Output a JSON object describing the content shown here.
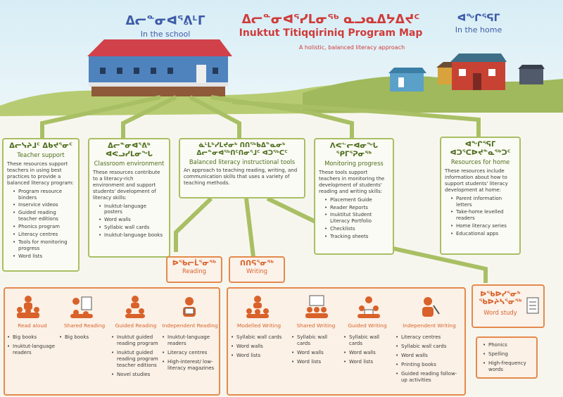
{
  "header": {
    "school_syllabics": "ᐃᓕᓐᓂᐊᕐᕕᒻᒥ",
    "school_english": "In the school",
    "title_syllabics": "ᐃᓕᓐᓂᐊᕐᓯᒪᓂᖅ ᓇᓗᓇᐃᔭᐃᔪᑦ",
    "title_english": "Inuktut Titiqqiriniq Program Map",
    "tagline": "A holistic, balanced literacy approach",
    "home_syllabics": "ᐊᖏᕐᕋᒥ",
    "home_english": "In the home"
  },
  "boxes": {
    "teacher": {
      "title_syllabics": "ᐃᓕᓭᔨᒧᑦ ᐃᑲᔪᕐᓂᑦ",
      "title_english": "Teacher support",
      "desc": "These resources support teachers in using best practices to provide a balanced literacy program:",
      "items": [
        "Program resource binders",
        "Inservice videos",
        "Guided reading teacher editions",
        "Phonics program",
        "Literacy centres",
        "Tools for monitoring progress",
        "Word lists"
      ]
    },
    "classroom": {
      "title_syllabics": "ᐃᓕᓐᓂᐊᕐᕕᒃ ᐊᕙᓗᓯᒪᓂᖓ",
      "title_english": "Classroom environment",
      "desc": "These resources contribute to a literacy-rich environment and support students' development of literacy skills:",
      "items": [
        "Inuktut-language posters",
        "Word walls",
        "Syllabic wall cards",
        "Inuktut-language books"
      ]
    },
    "balanced": {
      "title_syllabics": "ᓈᒻᒪᒃᓯᒪᔪᓂᒃ ᑎᑎᖅᑲᐃᓐᓇᓂᒃ ᐃᓕᓐᓂᐊᖅᑎᑦᑎᓂᕐᒧᑦ ᐊᑐᖅᑕᑦ",
      "title_english": "Balanced literacy instructional tools",
      "desc": "An approach to teaching reading, writing, and communication skills that uses a variety of teaching methods."
    },
    "monitoring": {
      "title_syllabics": "ᐱᕙᓪᓕᐊᓂᖓ ᕿᒥᕐᕈᓂᖅ",
      "title_english": "Monitoring progress",
      "desc": "These tools support teachers in monitoring the development of students' reading and writing skills:",
      "items": [
        "Placement Guide",
        "Reader Reports",
        "Inuktitut Student Literacy Portfolio",
        "Checklists",
        "Tracking sheets"
      ]
    },
    "home": {
      "title_syllabics": "ᐊᖏᕐᕋᒥ ᐊᑐᕐᑕᐅᔪᓐᓇᖅᑐᑦ",
      "title_english": "Resources for home",
      "desc": "These resources include information about how to support students' literacy development at home:",
      "items": [
        "Parent information letters",
        "Take-home levelled readers",
        "Home literacy series",
        "Educational apps"
      ]
    }
  },
  "labels": {
    "reading": {
      "syllabics": "ᐅᖃᓕᒫᕐᓂᖅ",
      "english": "Reading"
    },
    "writing": {
      "syllabics": "ᑎᑎᕋᕐᓂᖅ",
      "english": "Writing"
    },
    "wordstudy": {
      "syllabics": "ᐅᖃᐅᓯᕐᓂᒃ ᖃᐅᔨᓴᕐᓂᖅ",
      "english": "Word study"
    }
  },
  "reading_columns": [
    {
      "name": "Read aloud",
      "items": [
        "Big books",
        "Inuktut-language readers"
      ]
    },
    {
      "name": "Shared Reading",
      "items": [
        "Big books"
      ]
    },
    {
      "name": "Guided Reading",
      "items": [
        "Inuktut guided reading program",
        "Inuktut guided reading program teacher editions",
        "Novel studies"
      ]
    },
    {
      "name": "Independent Reading",
      "items": [
        "Inuktut-language readers",
        "Literacy centres",
        "High-interest/ low-literacy magazines"
      ]
    }
  ],
  "writing_columns": [
    {
      "name": "Modelled Writing",
      "items": [
        "Syllabic wall cards",
        "Word walls",
        "Word lists"
      ]
    },
    {
      "name": "Shared Writing",
      "items": [
        "Syllabic wall cards",
        "Word walls",
        "Word lists"
      ]
    },
    {
      "name": "Guided Writing",
      "items": [
        "Syllabic wall cards",
        "Word walls",
        "Word lists"
      ]
    },
    {
      "name": "Independent Writing",
      "items": [
        "Literacy centres",
        "Syllabic wall cards",
        "Word walls",
        "Printing books",
        "Guided reading follow-up activities"
      ]
    }
  ],
  "wordstudy_items": [
    "Phonics",
    "Spelling",
    "High-frequency words"
  ],
  "colors": {
    "green": "#a9bf64",
    "orange": "#e48a4d",
    "red": "#cf3b3a",
    "blue": "#3d5ba8"
  }
}
